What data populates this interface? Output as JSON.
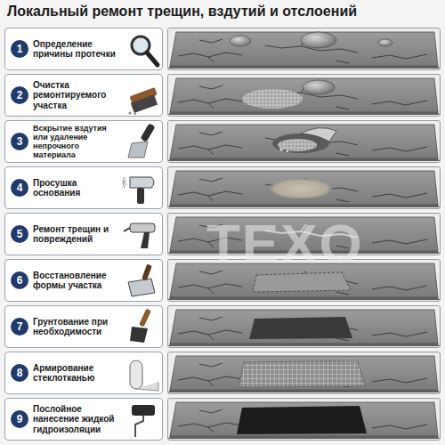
{
  "diagram": {
    "title": "Локальный ремонт трещин, вздутий и отслоений",
    "nodes": [
      {
        "text": [
          "1",
          "Определение причины протечки"
        ]
      },
      {
        "text": [
          "2",
          "Очистка ремонтируемого участка"
        ]
      },
      {
        "text": [
          "3",
          "Вскрытие вздутия или удаление непрочного материала"
        ]
      },
      {
        "text": [
          "4",
          "Просушка основания"
        ]
      },
      {
        "text": [
          "5",
          "Ремонт трещин и повреждений"
        ]
      },
      {
        "text": [
          "6",
          "Восстановление формы участка"
        ]
      },
      {
        "text": [
          "7",
          "Грунтование при необходимости"
        ]
      },
      {
        "text": [
          "8",
          "Армирование стеклотканью"
        ]
      },
      {
        "text": [
          "9",
          "Послойное нанесение жидкой гидроизоляции"
        ]
      }
    ],
    "labels": [
      "TEXO"
    ]
  }
}
